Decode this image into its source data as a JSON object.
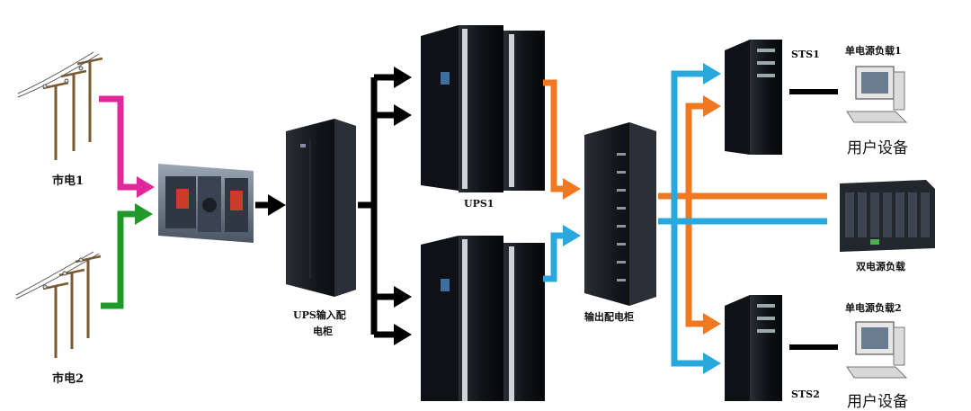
{
  "labels": {
    "mains1": "市电1",
    "mains2": "市电2",
    "ups1": "UPS1",
    "ups_input_cabinet_line1": "UPS输入配",
    "ups_input_cabinet_line2": "电柜",
    "output_cabinet": "输出配电柜",
    "sts1": "STS1",
    "sts2": "STS2",
    "single_load1": "单电源负载1",
    "single_load2": "单电源负载2",
    "user_equipment_top": "用户设备",
    "user_equipment_bottom": "用户设备",
    "dual_load": "双电源负载"
  },
  "colors": {
    "mains1_line": "#e0289a",
    "mains2_line": "#1f9a2a",
    "black_line": "#000000",
    "ups1_out_line": "#f07820",
    "ups2_out_line": "#28a8dc",
    "cabinet": "#15181d",
    "pole": "#8a6a3a"
  }
}
